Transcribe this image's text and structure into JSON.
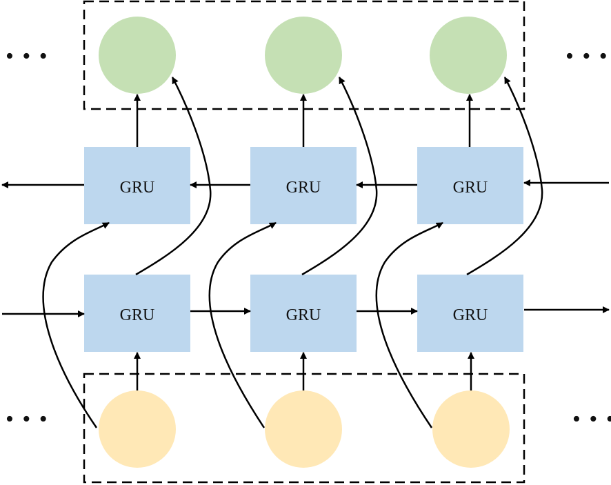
{
  "diagram": {
    "cell_label": "GRU",
    "ellipsis": "• • •",
    "colors": {
      "gru_box": "#bdd7ee",
      "output_node": "#c5e0b4",
      "input_node": "#ffe8b6",
      "line": "#000000"
    },
    "backward_layer": {
      "cells": [
        {
          "label": "GRU"
        },
        {
          "label": "GRU"
        },
        {
          "label": "GRU"
        }
      ]
    },
    "forward_layer": {
      "cells": [
        {
          "label": "GRU"
        },
        {
          "label": "GRU"
        },
        {
          "label": "GRU"
        }
      ]
    }
  }
}
